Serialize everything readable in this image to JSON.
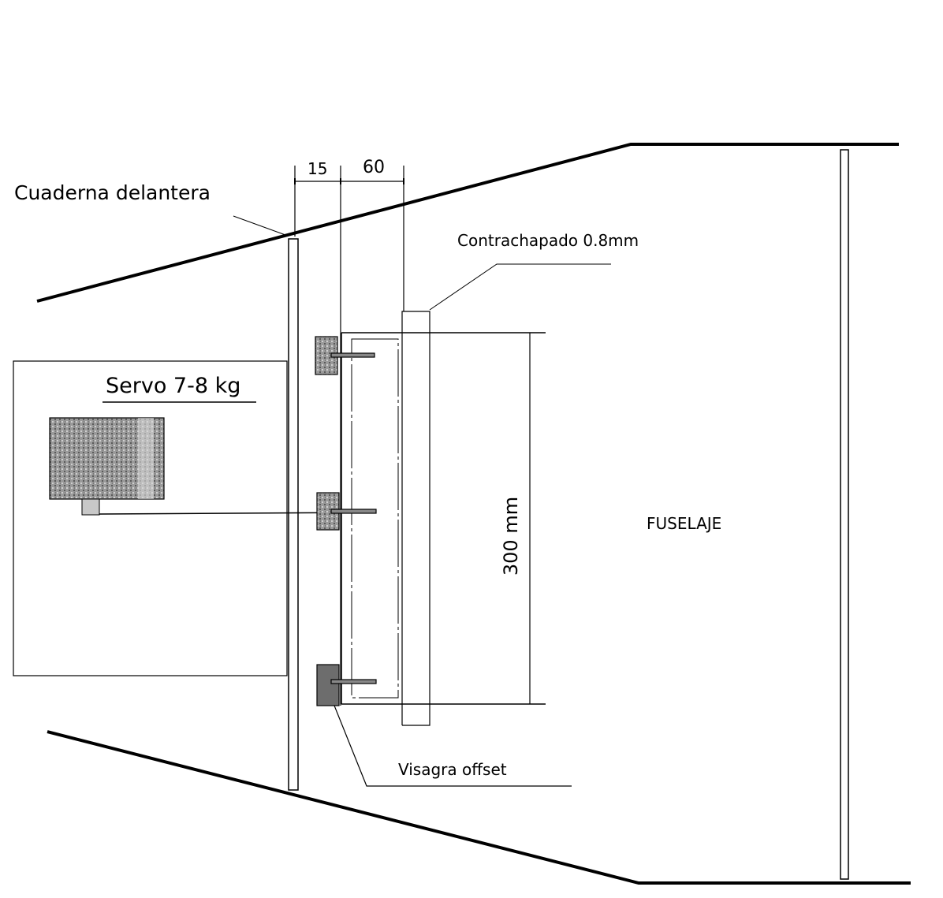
{
  "labels": {
    "front_frame": "Cuaderna delantera",
    "dim_15": "15",
    "dim_60": "60",
    "plywood": "Contrachapado 0.8mm",
    "servo": "Servo 7-8 kg",
    "height": "300 mm",
    "fuselage": "FUSELAJE",
    "hinge": "Visagra offset"
  },
  "colors": {
    "ink": "#000000",
    "servo_fill": "#8a8a8a",
    "hinge_fill": "#9a9a9a"
  }
}
